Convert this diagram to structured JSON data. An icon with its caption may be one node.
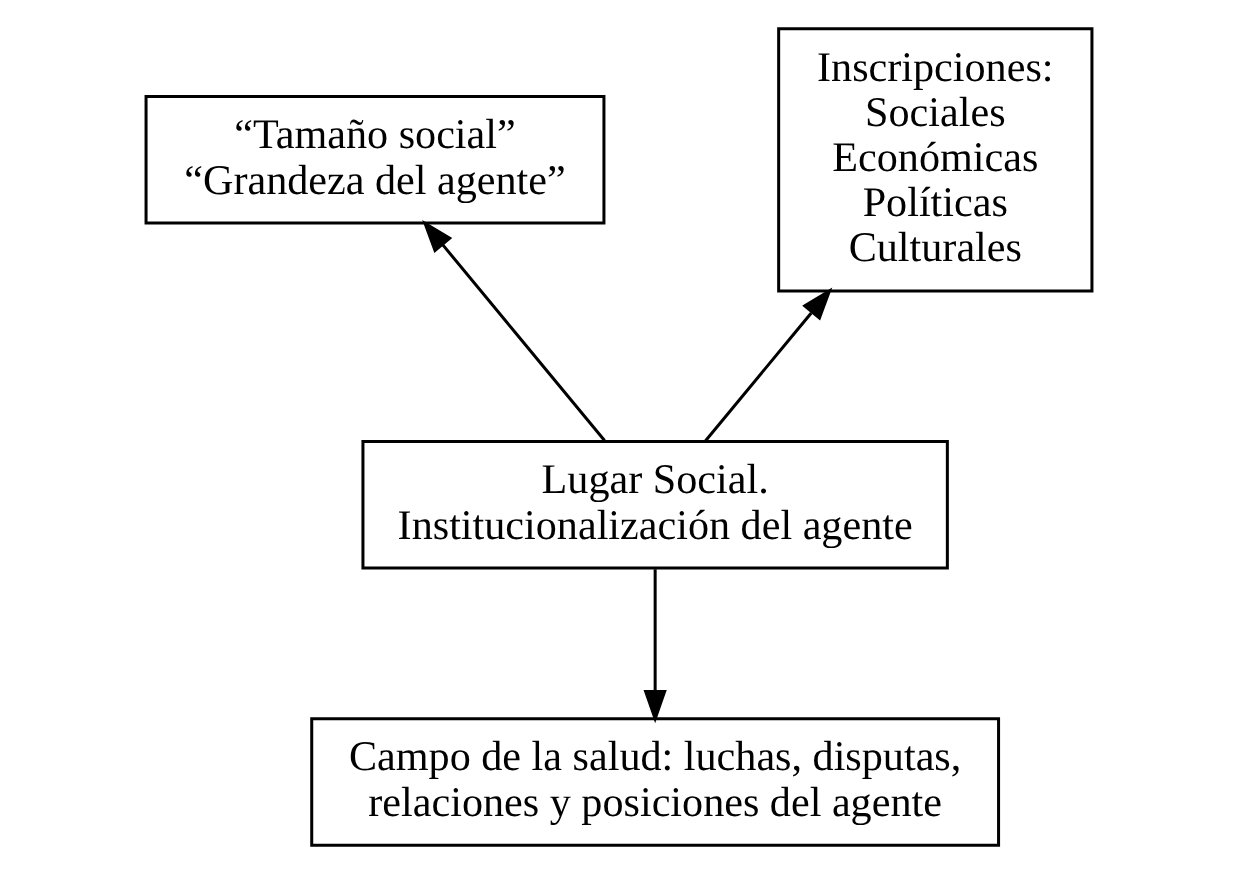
{
  "diagram": {
    "nodes": [
      {
        "text": [
          "“Tamaño social”",
          "“Grandeza del agente”"
        ]
      },
      {
        "text": [
          "Inscripciones:",
          "Sociales",
          "Económicas",
          "Políticas",
          "Culturales"
        ]
      },
      {
        "text": [
          "Lugar Social.",
          "Institucionalización del agente"
        ]
      },
      {
        "text": [
          "Campo de la salud: luchas, disputas, relaciones y posiciones del agente"
        ]
      }
    ],
    "edges": [
      {
        "from": 2,
        "to": 0,
        "arrow": "to"
      },
      {
        "from": 2,
        "to": 1,
        "arrow": "to"
      },
      {
        "from": 2,
        "to": 3,
        "arrow": "to"
      }
    ]
  }
}
